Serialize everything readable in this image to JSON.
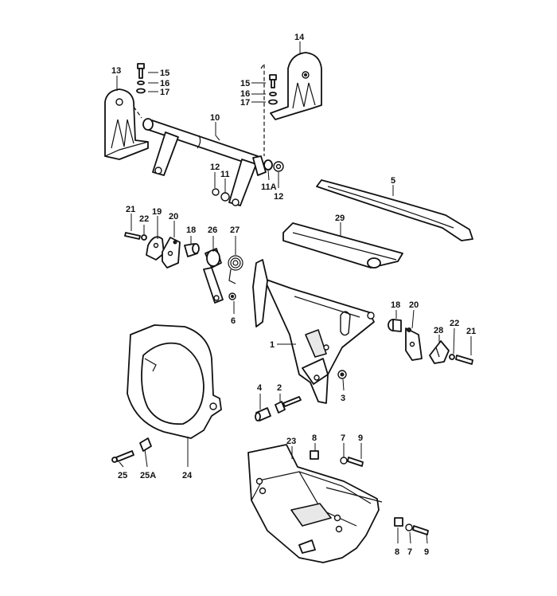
{
  "diagram": {
    "callouts": [
      {
        "id": "c13",
        "text": "13"
      },
      {
        "id": "c15a",
        "text": "15"
      },
      {
        "id": "c16a",
        "text": "16"
      },
      {
        "id": "c17a",
        "text": "17"
      },
      {
        "id": "c14",
        "text": "14"
      },
      {
        "id": "c15b",
        "text": "15"
      },
      {
        "id": "c16b",
        "text": "16"
      },
      {
        "id": "c17b",
        "text": "17"
      },
      {
        "id": "c10",
        "text": "10"
      },
      {
        "id": "c12a",
        "text": "12"
      },
      {
        "id": "c11",
        "text": "11"
      },
      {
        "id": "c11A",
        "text": "11A"
      },
      {
        "id": "c12b",
        "text": "12"
      },
      {
        "id": "c5",
        "text": "5"
      },
      {
        "id": "c29",
        "text": "29"
      },
      {
        "id": "c21a",
        "text": "21"
      },
      {
        "id": "c22a",
        "text": "22"
      },
      {
        "id": "c19",
        "text": "19"
      },
      {
        "id": "c20a",
        "text": "20"
      },
      {
        "id": "c18a",
        "text": "18"
      },
      {
        "id": "c26",
        "text": "26"
      },
      {
        "id": "c27",
        "text": "27"
      },
      {
        "id": "c6",
        "text": "6"
      },
      {
        "id": "c1",
        "text": "1"
      },
      {
        "id": "c18b",
        "text": "18"
      },
      {
        "id": "c20b",
        "text": "20"
      },
      {
        "id": "c22b",
        "text": "22"
      },
      {
        "id": "c21b",
        "text": "21"
      },
      {
        "id": "c28",
        "text": "28"
      },
      {
        "id": "c3",
        "text": "3"
      },
      {
        "id": "c4",
        "text": "4"
      },
      {
        "id": "c2",
        "text": "2"
      },
      {
        "id": "c25",
        "text": "25"
      },
      {
        "id": "c25A",
        "text": "25A"
      },
      {
        "id": "c24",
        "text": "24"
      },
      {
        "id": "c23",
        "text": "23"
      },
      {
        "id": "c8a",
        "text": "8"
      },
      {
        "id": "c7a",
        "text": "7"
      },
      {
        "id": "c9a",
        "text": "9"
      },
      {
        "id": "c8b",
        "text": "8"
      },
      {
        "id": "c7b",
        "text": "7"
      },
      {
        "id": "c9b",
        "text": "9"
      }
    ]
  }
}
